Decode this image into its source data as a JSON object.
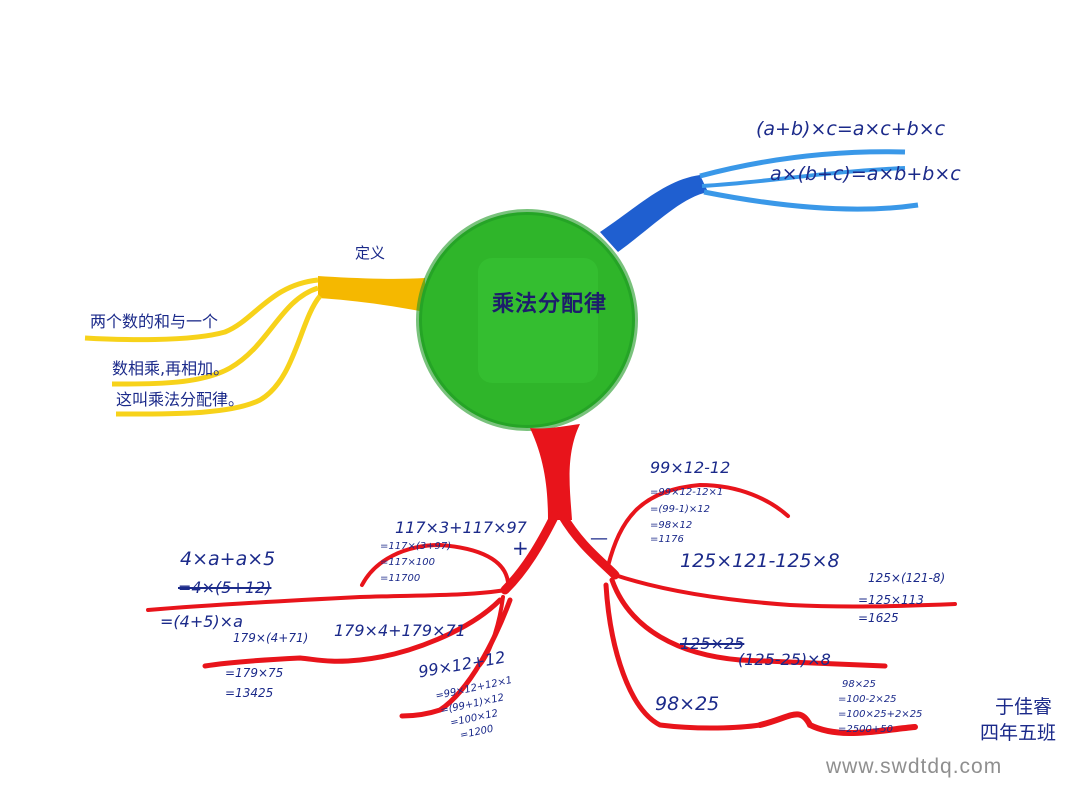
{
  "center": {
    "title": "乘法分配律"
  },
  "formula_branch": {
    "lines": [
      "(a+b)×c=a×c+b×c",
      "a×(b+c)=a×b+b×c"
    ]
  },
  "definition_branch": {
    "label": "定义",
    "lines": [
      "两个数的和与一个",
      "数相乘,再相加。",
      "这叫乘法分配律。"
    ]
  },
  "plus_branch": {
    "label": "+",
    "examples": [
      {
        "question": "117×3+117×97",
        "steps": [
          "=117×(3+97)",
          "=117×100",
          "=11700"
        ]
      },
      {
        "question": "4×a+a×5",
        "steps": [
          "=4×(5+12)",
          "=(4+5)×a"
        ]
      },
      {
        "question": "179×4+179×71",
        "steps": [
          "179×(4+71)",
          "=179×75",
          "=13425"
        ]
      },
      {
        "question": "99×12+12",
        "steps": [
          "=99×12+12×1",
          "=(99+1)×12",
          "=100×12",
          "=1200"
        ]
      }
    ]
  },
  "minus_branch": {
    "label": "—",
    "examples": [
      {
        "question": "99×12-12",
        "steps": [
          "=99×12-12×1",
          "=(99-1)×12",
          "=98×12",
          "=1176"
        ]
      },
      {
        "question": "125×121-125×8",
        "steps": [
          "125×(121-8)",
          "=125×113",
          "=1625"
        ]
      },
      {
        "question": "(125-25)×8",
        "steps": [
          "125×25"
        ]
      },
      {
        "question": "98×25",
        "steps": [
          "98×25",
          "=100-2×25",
          "=100×25+2×25",
          "=2500+50"
        ]
      }
    ]
  },
  "signature": {
    "name": "于佳睿",
    "class_name": "四年五班"
  },
  "watermark": "www.swdtdq.com",
  "colors": {
    "center_green": "#2fb52a",
    "formula_blue": "#1f6fd6",
    "definition_yellow": "#f5c400",
    "example_red": "#e8141b",
    "ink_blue": "#1b2a8a"
  }
}
